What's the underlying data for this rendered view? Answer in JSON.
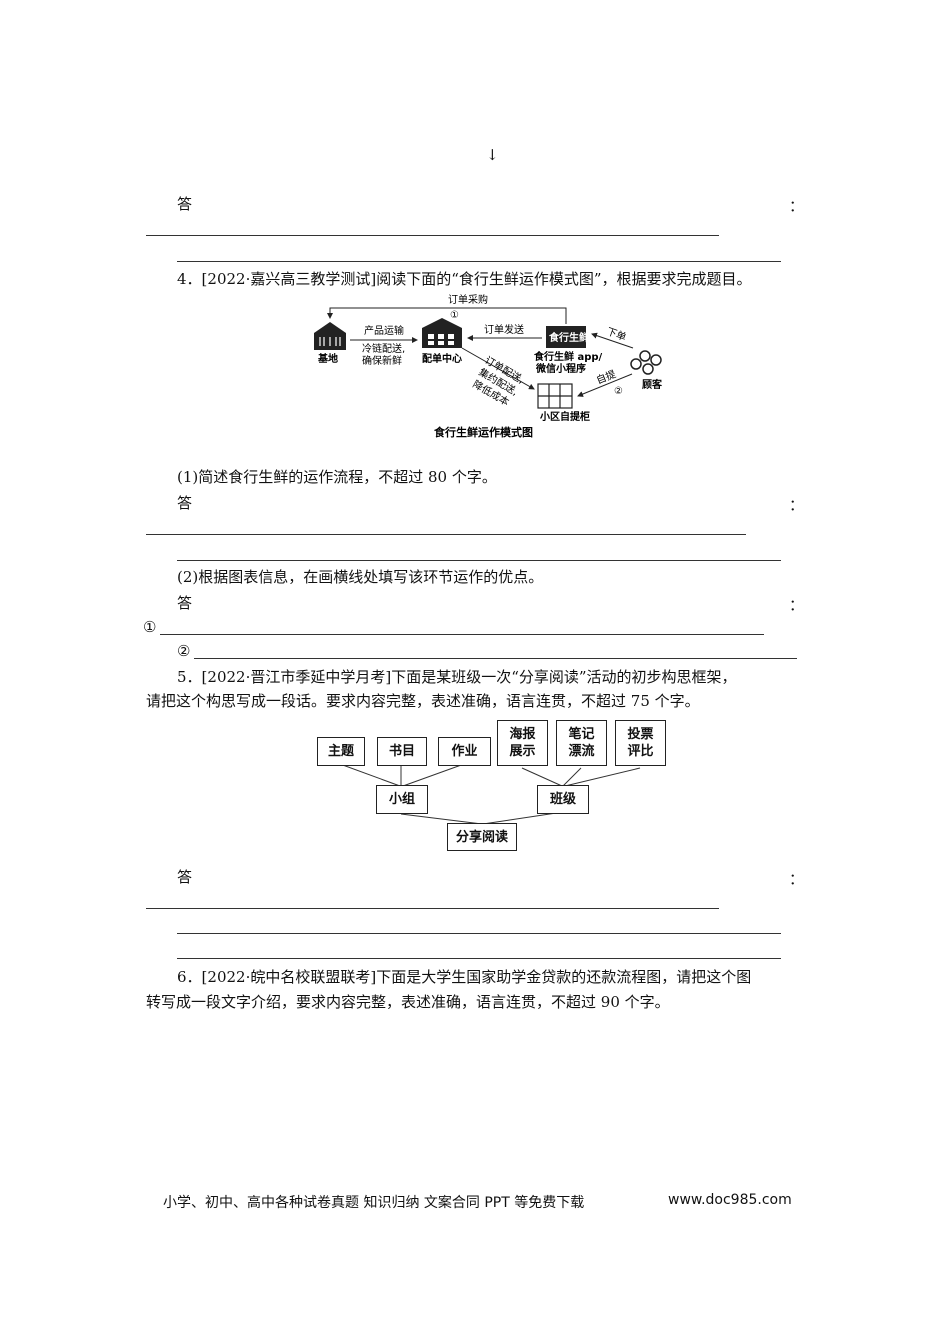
{
  "top_arrow": "↓",
  "answer_label": "答",
  "answer_colon": "：",
  "q4": {
    "head": "4．[2022·嘉兴高三教学测试]阅读下面的“食行生鲜运作模式图”，根据要求完成题目。",
    "diagram": {
      "caption": "食行生鲜运作模式图",
      "base": "基地",
      "center": "配单中心",
      "app_logo": "食行生鲜",
      "app_line1": "食行生鲜 app/",
      "app_line2": "微信小程序",
      "customer": "顾客",
      "locker": "小区自提柜",
      "order_purchase": "订单采购",
      "circle1": "①",
      "circle2": "②",
      "transport": "产品运输",
      "cold1": "冷链配送,",
      "cold2": "确保新鲜",
      "order_send": "订单发送",
      "delivery1": "订单配送,",
      "delivery2": "集约配送,",
      "delivery3": "降低成本",
      "place_order": "下单",
      "self_pick": "自提"
    },
    "sub1": "(1)简述食行生鲜的运作流程，不超过 80 个字。",
    "sub2": "(2)根据图表信息，在画横线处填写该环节运作的优点。",
    "mark1": "①",
    "mark2": "②"
  },
  "q5": {
    "head1": "5．[2022·晋江市季延中学月考]下面是某班级一次“分享阅读”活动的初步构思框架，",
    "head2": "请把这个构思写成一段话。要求内容完整，表述准确，语言连贯，不超过 75 个字。",
    "tree": {
      "theme": "主题",
      "book": "书目",
      "homework": "作业",
      "poster1": "海报",
      "poster2": "展示",
      "notes1": "笔记",
      "notes2": "漂流",
      "vote1": "投票",
      "vote2": "评比",
      "group": "小组",
      "class": "班级",
      "root": "分享阅读"
    }
  },
  "q6": {
    "head1": "6．[2022·皖中名校联盟联考]下面是大学生国家助学金贷款的还款流程图，请把这个图",
    "head2": "转写成一段文字介绍，要求内容完整，表述准确，语言连贯，不超过 90 个字。"
  },
  "footer": {
    "left": "小学、初中、高中各种试卷真题  知识归纳  文案合同  PPT 等免费下载",
    "right": "www.doc985.com"
  }
}
